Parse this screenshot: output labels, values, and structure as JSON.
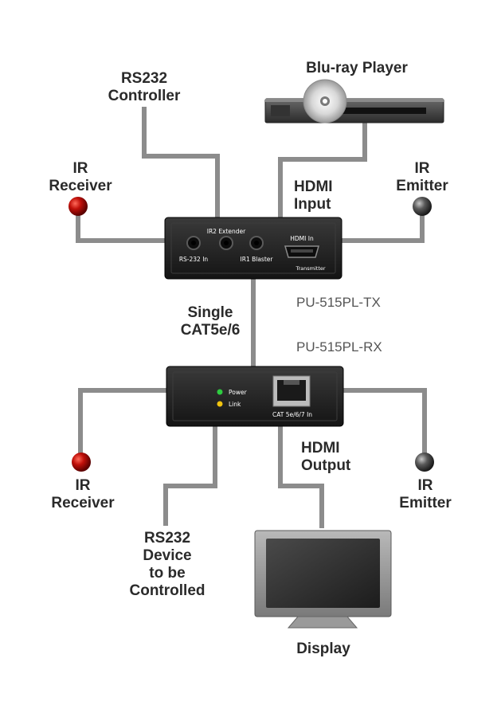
{
  "labels": {
    "rs232_controller": [
      "RS232",
      "Controller"
    ],
    "bluray_player": "Blu-ray Player",
    "ir_receiver_top": [
      "IR",
      "Receiver"
    ],
    "hdmi_input": [
      "HDMI",
      "Input"
    ],
    "ir_emitter_top": [
      "IR",
      "Emitter"
    ],
    "single_cat": [
      "Single",
      "CAT5e/6"
    ],
    "hdmi_output": [
      "HDMI",
      "Output"
    ],
    "ir_receiver_bottom": [
      "IR",
      "Receiver"
    ],
    "ir_emitter_bottom": [
      "IR",
      "Emitter"
    ],
    "rs232_device": [
      "RS232",
      "Device",
      "to be",
      "Controlled"
    ],
    "display": "Display"
  },
  "models": {
    "tx": "PU-515PL-TX",
    "rx": "PU-515PL-RX"
  },
  "tx_panel": {
    "ir2_extender": "IR2 Extender",
    "rs232_in": "RS-232 In",
    "ir1_blaster": "IR1 Blaster",
    "hdmi_in": "HDMI In",
    "transmitter": "Transmitter"
  },
  "rx_panel": {
    "power": "Power",
    "link": "Link",
    "cat_in": "CAT 5e/6/7 In"
  },
  "colors": {
    "cable": "#8c8c8c",
    "device_body": "#1e1e1e",
    "ir_receiver": "#b00000",
    "ir_emitter": "#4a4a4a",
    "power_led": "#2ecc40",
    "link_led": "#f1c40f"
  }
}
